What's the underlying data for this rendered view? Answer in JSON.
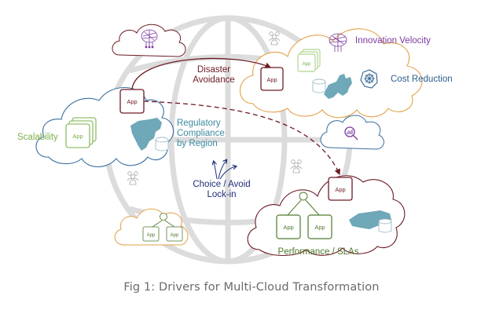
{
  "caption": "Fig 1: Drivers for Multi-Cloud Transformation",
  "colors": {
    "globe": "#dcdcdc",
    "maroon": "#6e1a24",
    "blue_cloud": "#3a6fa0",
    "orange_cloud": "#e3a048",
    "green": "#7bb04a",
    "dark_green": "#4e7a2c",
    "purple": "#7a3aa0",
    "teal": "#4a9aae",
    "navy": "#1f2f7a",
    "steel_blue": "#2d5e8e",
    "people_gray": "#a8a8a8"
  },
  "labels": {
    "innovation": "Innovation Velocity",
    "cost": "Cost Reduction",
    "disaster_1": "Disaster",
    "disaster_2": "Avoidance",
    "scalability": "Scalability",
    "regulatory_1": "Regulatory",
    "regulatory_2": "Compliance",
    "regulatory_3": "by Region",
    "choice_1": "Choice / Avoid",
    "choice_2": "Lock-in",
    "performance": "Performance / SLAs"
  },
  "app_label": "App",
  "icons": {
    "ai_brain": "ai-brain-icon",
    "kubernetes": "kubernetes-wheel-icon",
    "analytics": "analytics-search-icon",
    "people": "people-group-icon",
    "database": "database-icon",
    "map_north_america": "north-america-map-icon",
    "map_europe": "europe-map-icon",
    "map_asia": "asia-map-icon",
    "arrows": "diverging-arrows-icon"
  }
}
